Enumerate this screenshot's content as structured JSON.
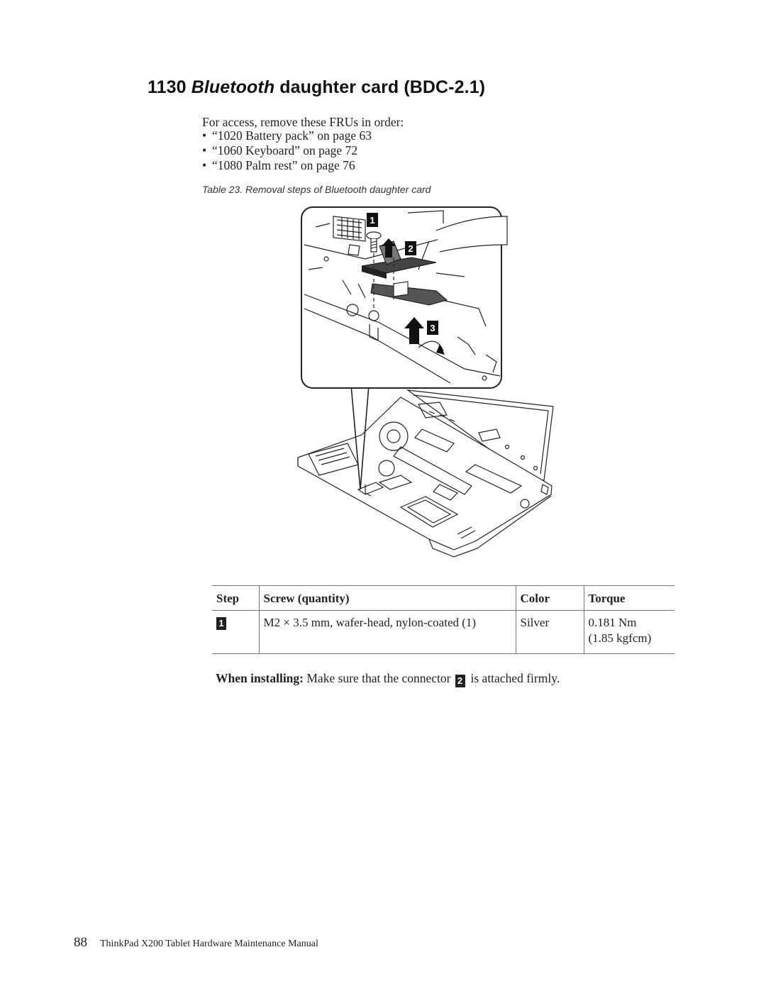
{
  "heading": {
    "number": "1130",
    "italic": "Bluetooth",
    "rest": "daughter card (BDC-2.1)"
  },
  "intro": "For access, remove these FRUs in order:",
  "fru_list": [
    {
      "bullet": "•",
      "text": "“1020 Battery pack” on page 63"
    },
    {
      "bullet": "•",
      "text": "“1060 Keyboard” on page 72"
    },
    {
      "bullet": "•",
      "text": "“1080 Palm rest” on page 76"
    }
  ],
  "caption": "Table 23. Removal steps of Bluetooth daughter card",
  "figure": {
    "callouts": [
      "1",
      "2",
      "3"
    ]
  },
  "table": {
    "headers": [
      "Step",
      "Screw (quantity)",
      "Color",
      "Torque"
    ],
    "rows": [
      {
        "step": "1",
        "screw": "M2 × 3.5 mm, wafer-head, nylon-coated (1)",
        "color": "Silver",
        "torque": [
          "0.181 Nm",
          "(1.85 kgfcm)"
        ]
      }
    ]
  },
  "install_note": {
    "lead": "When installing:",
    "before": "Make sure that the connector",
    "badge": "2",
    "after": "is attached firmly."
  },
  "footer": {
    "page_number": "88",
    "manual_title": "ThinkPad X200 Tablet Hardware Maintenance Manual"
  }
}
